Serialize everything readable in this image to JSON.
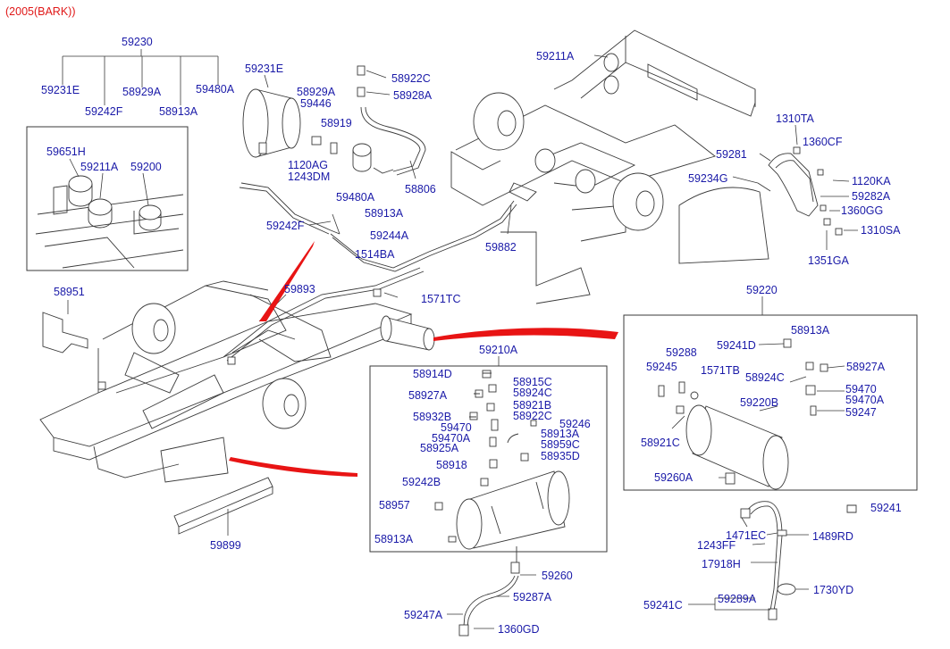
{
  "header": {
    "title": "(2005(BARK))"
  },
  "labels": {
    "l59230": "59230",
    "l59231E_a": "59231E",
    "l59242F_a": "59242F",
    "l58929A_a": "58929A",
    "l58913A_a": "58913A",
    "l59480A_a": "59480A",
    "l59651H": "59651H",
    "l59211A_a": "59211A",
    "l59200": "59200",
    "l59231E_b": "59231E",
    "l58929A_b": "58929A",
    "l59446": "59446",
    "l58919": "58919",
    "l1120AG": "1120AG",
    "l1243DM": "1243DM",
    "l59480A_b": "59480A",
    "l58913A_b": "58913A",
    "l58922C_a": "58922C",
    "l58928A": "58928A",
    "l58806": "58806",
    "l59242F_b": "59242F",
    "l59244A": "59244A",
    "l1514BA": "1514BA",
    "l59211A_b": "59211A",
    "l59882": "59882",
    "l1310TA": "1310TA",
    "l59281": "59281",
    "l1360CF": "1360CF",
    "l59234G": "59234G",
    "l1120KA": "1120KA",
    "l59282A": "59282A",
    "l1360GG": "1360GG",
    "l1310SA": "1310SA",
    "l1351GA": "1351GA",
    "l58951": "58951",
    "l59893": "59893",
    "l1571TC": "1571TC",
    "l59899": "59899",
    "l59210A": "59210A",
    "l58914D": "58914D",
    "l58915C": "58915C",
    "l58924C_a": "58924C",
    "l58927A_a": "58927A",
    "l58921B": "58921B",
    "l58932B": "58932B",
    "l58922C_b": "58922C",
    "l59246": "59246",
    "l59470_a": "59470",
    "l58913A_c": "58913A",
    "l59470A_a": "59470A",
    "l58959C": "58959C",
    "l58925A": "58925A",
    "l58935D": "58935D",
    "l58918": "58918",
    "l59242B": "59242B",
    "l58957": "58957",
    "l58913A_d": "58913A",
    "l59260": "59260",
    "l59287A": "59287A",
    "l59247A": "59247A",
    "l1360GD": "1360GD",
    "l59220": "59220",
    "l58913A_e": "58913A",
    "l59241D": "59241D",
    "l59288": "59288",
    "l59245": "59245",
    "l1571TB": "1571TB",
    "l58924C_b": "58924C",
    "l58927A_b": "58927A",
    "l59220B": "59220B",
    "l59470_b": "59470",
    "l59470A_b": "59470A",
    "l59247": "59247",
    "l58921C": "58921C",
    "l59260A": "59260A",
    "l59241_a": "59241",
    "l1471EC": "1471EC",
    "l1243FF": "1243FF",
    "l1489RD": "1489RD",
    "l17918H": "17918H",
    "l59289A": "59289A",
    "l59241C": "59241C",
    "l1730YD": "1730YD"
  },
  "colors": {
    "label": "#1a1aa8",
    "header": "#e01818",
    "callout": "#e81414",
    "line": "#3a3a3a"
  }
}
